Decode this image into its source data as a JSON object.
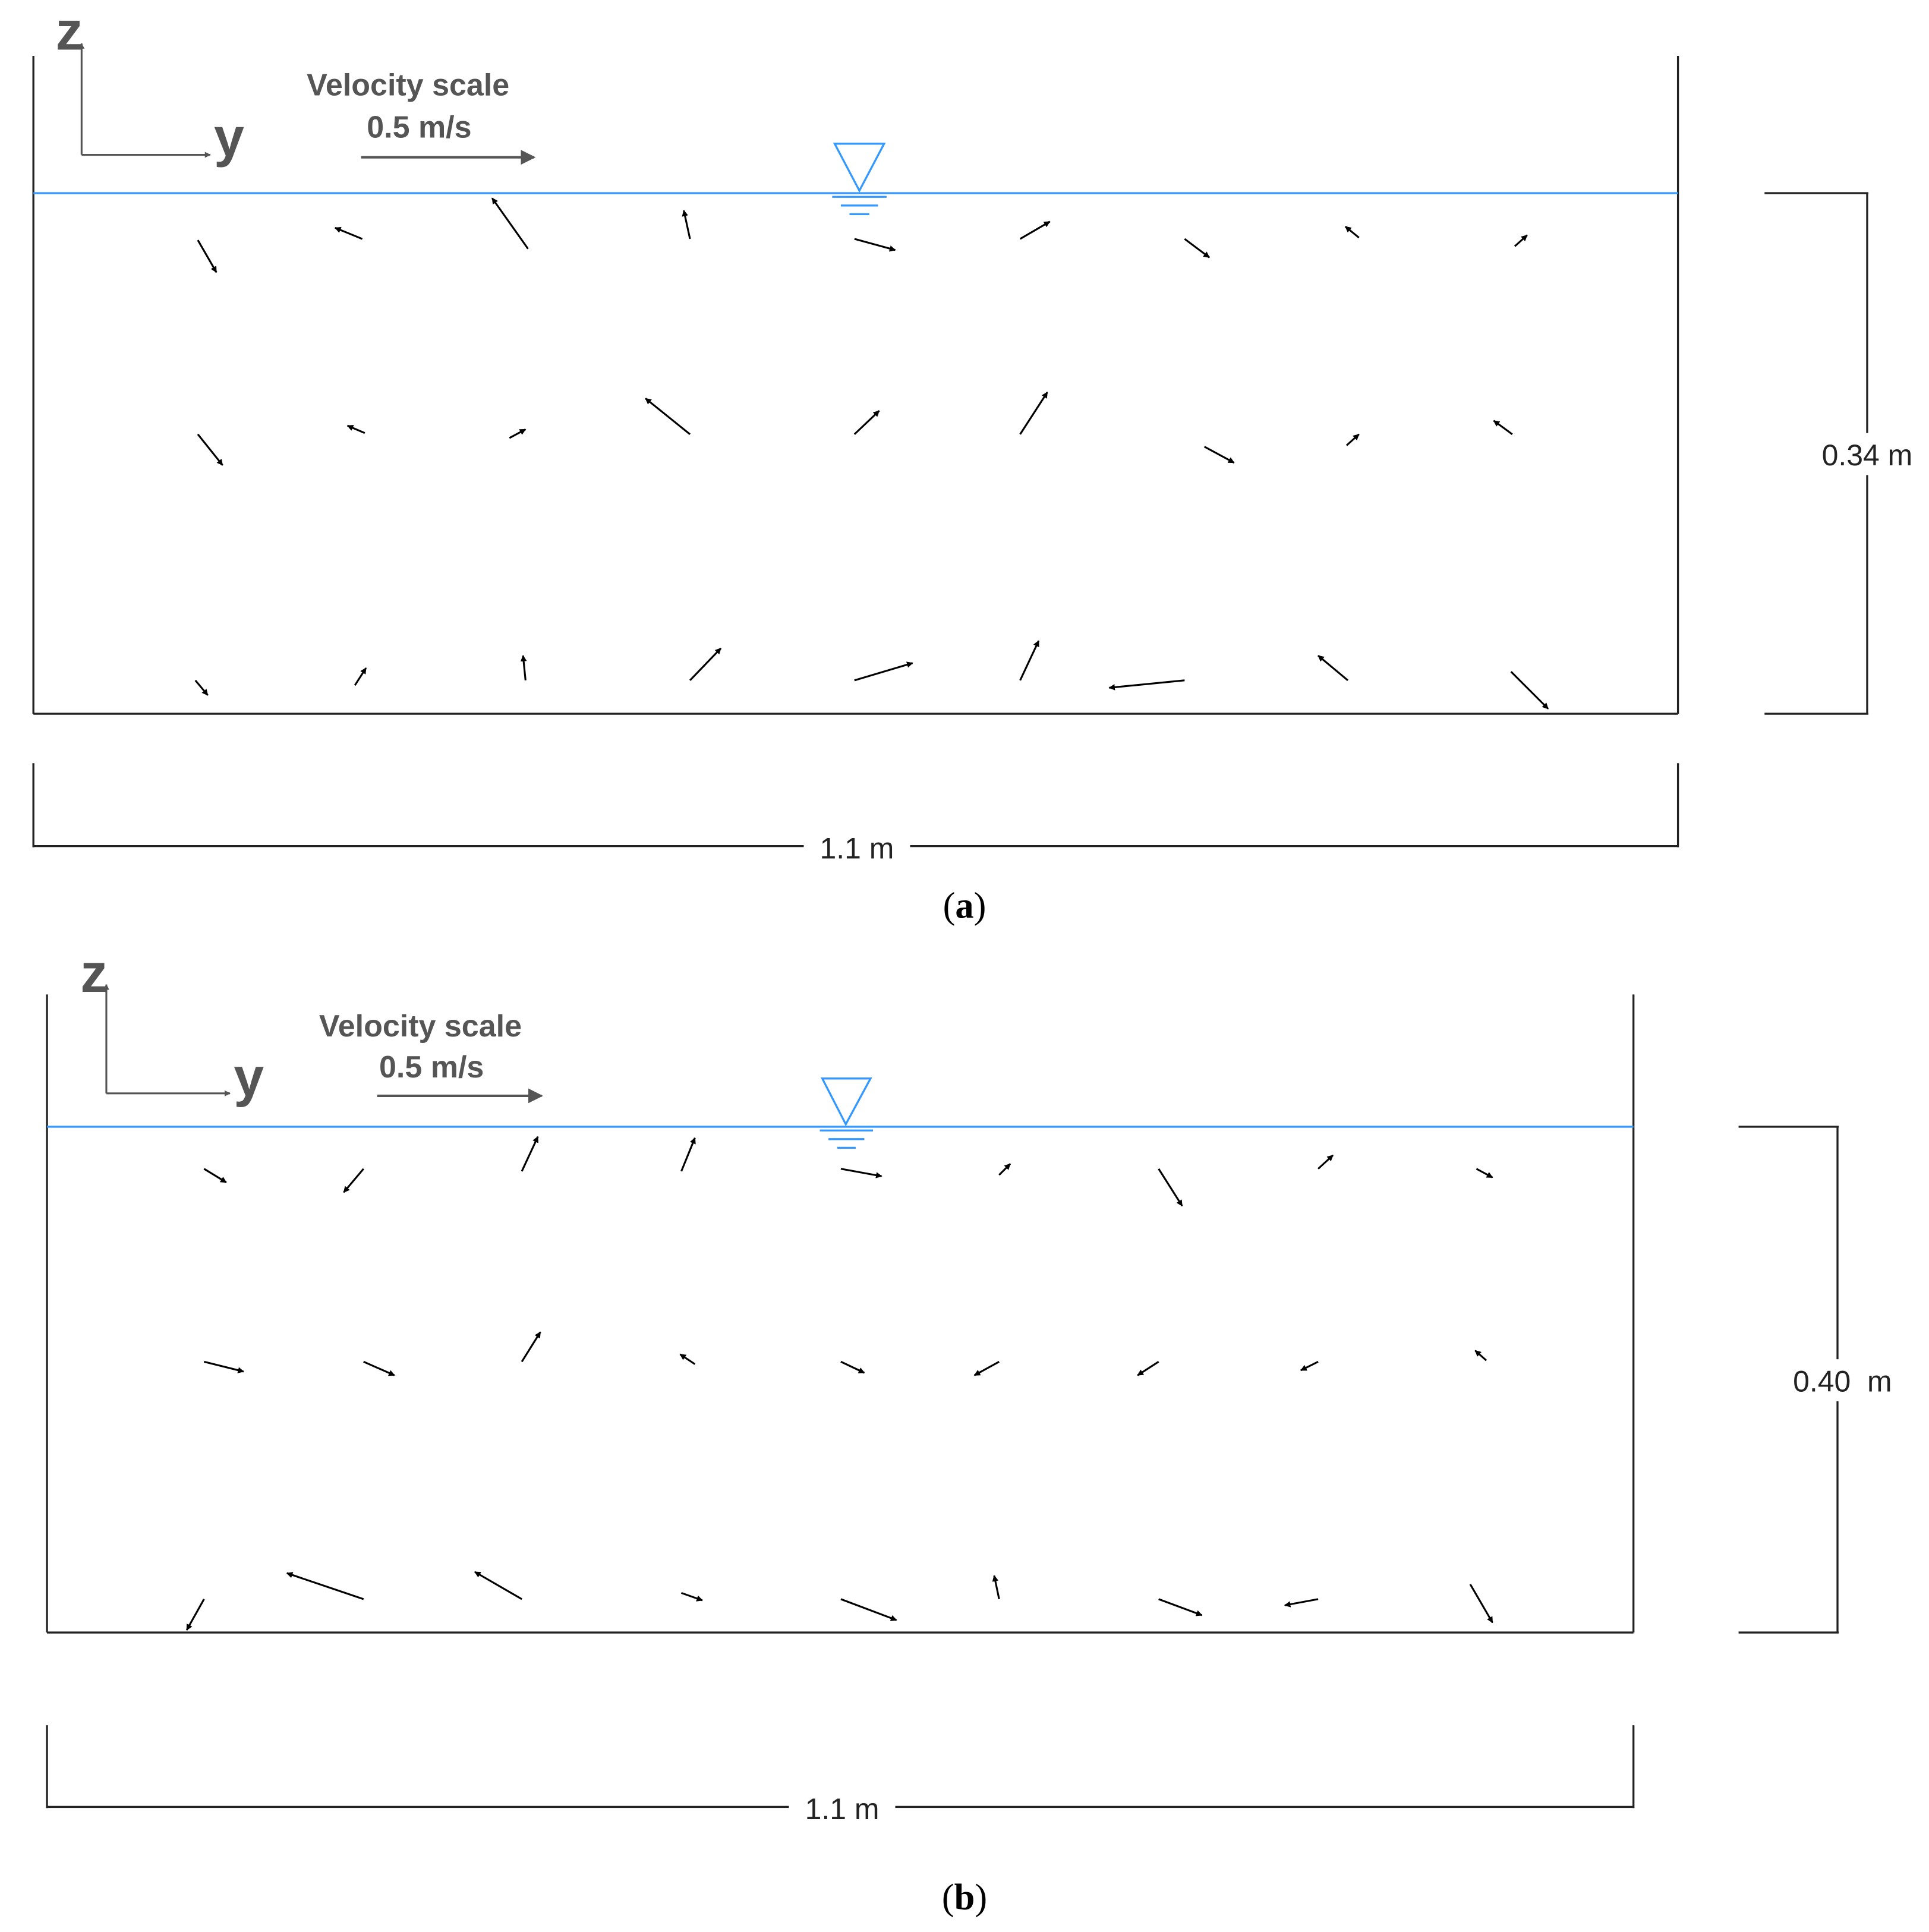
{
  "colors": {
    "free_surface": "#3399ff",
    "vector": "#000000",
    "frame": "#222222",
    "scale_arrow": "#555555"
  },
  "icons": {
    "surface_marker": "inverted-triangle-water-level-icon"
  },
  "panels": [
    {
      "id": "a",
      "label": "(a)",
      "label_open": "(",
      "label_letter": "a",
      "label_close": ")",
      "axis_z": "z",
      "axis_y": "y",
      "velocity_scale_title": "Velocity scale",
      "velocity_scale_value": "0.5 m/s",
      "depth_label": "0.34 m",
      "width_label": "1.1 m"
    },
    {
      "id": "b",
      "label": "(b)",
      "label_open": "(",
      "label_letter": "b",
      "label_close": ")",
      "axis_z": "z",
      "axis_y": "y",
      "velocity_scale_title": "Velocity scale",
      "velocity_scale_value": "0.5 m/s",
      "depth_label": "0.40  m",
      "width_label": "1.1 m"
    }
  ]
}
